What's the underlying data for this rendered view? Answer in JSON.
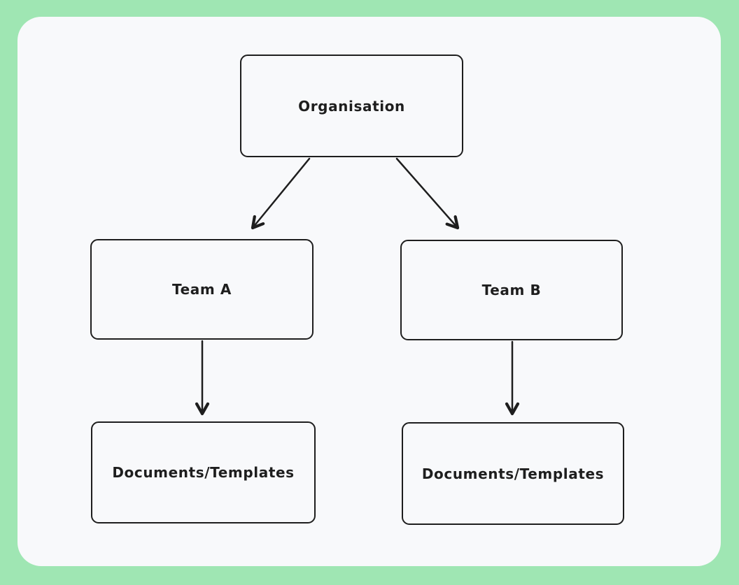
{
  "canvas": {
    "background_color": "#9fe6b3",
    "surface_color": "#f8f9fb",
    "stroke_color": "#1e1e1e"
  },
  "diagram": {
    "nodes": [
      {
        "id": "organisation",
        "label": "Organisation"
      },
      {
        "id": "team-a",
        "label": "Team A"
      },
      {
        "id": "team-b",
        "label": "Team B"
      },
      {
        "id": "docs-a",
        "label": "Documents/Templates"
      },
      {
        "id": "docs-b",
        "label": "Documents/Templates"
      }
    ],
    "edges": [
      {
        "from": "organisation",
        "to": "team-a"
      },
      {
        "from": "organisation",
        "to": "team-b"
      },
      {
        "from": "team-a",
        "to": "docs-a"
      },
      {
        "from": "team-b",
        "to": "docs-b"
      }
    ]
  }
}
